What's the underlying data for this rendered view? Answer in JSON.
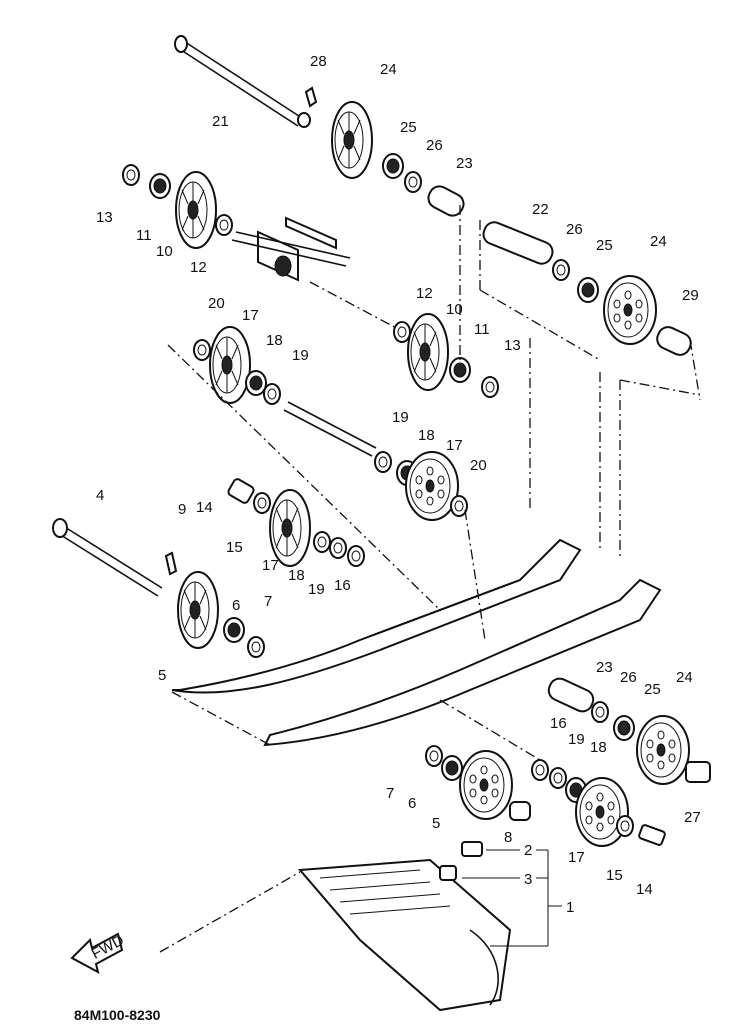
{
  "diagram": {
    "drawing_code": "84M100-8230",
    "fwd_label": "FWD",
    "callouts": [
      {
        "id": "c28",
        "text": "28"
      },
      {
        "id": "c24a",
        "text": "24"
      },
      {
        "id": "c21",
        "text": "21"
      },
      {
        "id": "c25a",
        "text": "25"
      },
      {
        "id": "c26a",
        "text": "26"
      },
      {
        "id": "c23a",
        "text": "23"
      },
      {
        "id": "c13a",
        "text": "13"
      },
      {
        "id": "c11a",
        "text": "11"
      },
      {
        "id": "c10a",
        "text": "10"
      },
      {
        "id": "c12a",
        "text": "12"
      },
      {
        "id": "c22",
        "text": "22"
      },
      {
        "id": "c26b",
        "text": "26"
      },
      {
        "id": "c25b",
        "text": "25"
      },
      {
        "id": "c24b",
        "text": "24"
      },
      {
        "id": "c29",
        "text": "29"
      },
      {
        "id": "c20a",
        "text": "20"
      },
      {
        "id": "c17a",
        "text": "17"
      },
      {
        "id": "c18a",
        "text": "18"
      },
      {
        "id": "c19a",
        "text": "19"
      },
      {
        "id": "c12b",
        "text": "12"
      },
      {
        "id": "c10b",
        "text": "10"
      },
      {
        "id": "c11b",
        "text": "11"
      },
      {
        "id": "c13b",
        "text": "13"
      },
      {
        "id": "c19b",
        "text": "19"
      },
      {
        "id": "c18b",
        "text": "18"
      },
      {
        "id": "c17b",
        "text": "17"
      },
      {
        "id": "c20b",
        "text": "20"
      },
      {
        "id": "c4",
        "text": "4"
      },
      {
        "id": "c9",
        "text": "9"
      },
      {
        "id": "c14a",
        "text": "14"
      },
      {
        "id": "c15a",
        "text": "15"
      },
      {
        "id": "c17c",
        "text": "17"
      },
      {
        "id": "c18c",
        "text": "18"
      },
      {
        "id": "c19c",
        "text": "19"
      },
      {
        "id": "c16a",
        "text": "16"
      },
      {
        "id": "c6a",
        "text": "6"
      },
      {
        "id": "c7a",
        "text": "7"
      },
      {
        "id": "c5a",
        "text": "5"
      },
      {
        "id": "c23b",
        "text": "23"
      },
      {
        "id": "c26c",
        "text": "26"
      },
      {
        "id": "c24c",
        "text": "24"
      },
      {
        "id": "c25c",
        "text": "25"
      },
      {
        "id": "c16b",
        "text": "16"
      },
      {
        "id": "c19d",
        "text": "19"
      },
      {
        "id": "c18d",
        "text": "18"
      },
      {
        "id": "c7b",
        "text": "7"
      },
      {
        "id": "c6b",
        "text": "6"
      },
      {
        "id": "c5b",
        "text": "5"
      },
      {
        "id": "c8",
        "text": "8"
      },
      {
        "id": "c27",
        "text": "27"
      },
      {
        "id": "c17d",
        "text": "17"
      },
      {
        "id": "c15b",
        "text": "15"
      },
      {
        "id": "c14b",
        "text": "14"
      },
      {
        "id": "c2",
        "text": "2"
      },
      {
        "id": "c3",
        "text": "3"
      },
      {
        "id": "c1",
        "text": "1"
      }
    ]
  }
}
